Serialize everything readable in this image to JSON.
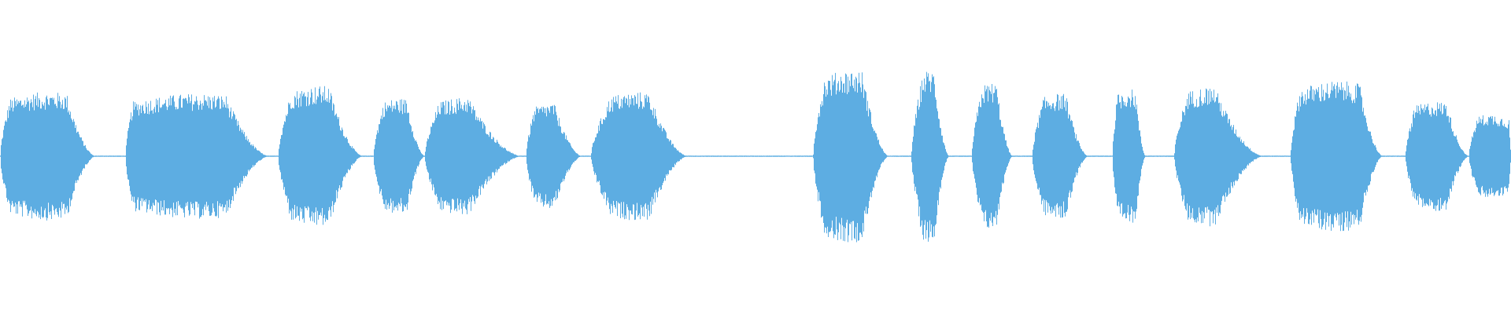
{
  "waveform": {
    "color": "#5DADE2",
    "background": "#FFFFFF",
    "max_amplitude": 1.0,
    "segments": [
      {
        "start": 0.0,
        "end": 0.063,
        "amp": 0.41,
        "attack": 0.1,
        "release": 0.3
      },
      {
        "start": 0.083,
        "end": 0.178,
        "amp": 0.4,
        "attack": 0.05,
        "release": 0.3
      },
      {
        "start": 0.184,
        "end": 0.24,
        "amp": 0.45,
        "attack": 0.15,
        "release": 0.4
      },
      {
        "start": 0.247,
        "end": 0.281,
        "amp": 0.37,
        "attack": 0.2,
        "release": 0.35
      },
      {
        "start": 0.281,
        "end": 0.345,
        "amp": 0.38,
        "attack": 0.15,
        "release": 0.55
      },
      {
        "start": 0.348,
        "end": 0.385,
        "amp": 0.34,
        "attack": 0.15,
        "release": 0.5
      },
      {
        "start": 0.391,
        "end": 0.455,
        "amp": 0.41,
        "attack": 0.2,
        "release": 0.4
      },
      {
        "start": 0.538,
        "end": 0.588,
        "amp": 0.55,
        "attack": 0.15,
        "release": 0.35
      },
      {
        "start": 0.603,
        "end": 0.628,
        "amp": 0.55,
        "attack": 0.3,
        "release": 0.4
      },
      {
        "start": 0.643,
        "end": 0.67,
        "amp": 0.47,
        "attack": 0.25,
        "release": 0.4
      },
      {
        "start": 0.683,
        "end": 0.72,
        "amp": 0.4,
        "attack": 0.2,
        "release": 0.4
      },
      {
        "start": 0.736,
        "end": 0.758,
        "amp": 0.43,
        "attack": 0.15,
        "release": 0.3
      },
      {
        "start": 0.777,
        "end": 0.836,
        "amp": 0.45,
        "attack": 0.15,
        "release": 0.55
      },
      {
        "start": 0.854,
        "end": 0.915,
        "amp": 0.48,
        "attack": 0.1,
        "release": 0.25
      },
      {
        "start": 0.93,
        "end": 0.972,
        "amp": 0.35,
        "attack": 0.15,
        "release": 0.35
      },
      {
        "start": 0.972,
        "end": 1.0,
        "amp": 0.27,
        "attack": 0.2,
        "release": 0.05
      }
    ]
  }
}
